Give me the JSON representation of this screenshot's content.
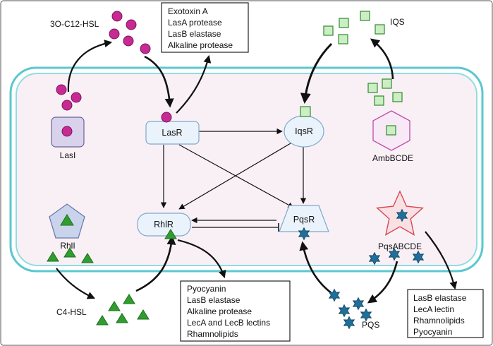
{
  "colors": {
    "frame": "#707070",
    "cell_fill": "#f9f0f6",
    "membrane_outer": "#5bc7cf",
    "membrane_inner": "#8fdde2",
    "hsl_molecule": "#c72a93",
    "iqs_fill": "#cdeec4",
    "iqs_stroke": "#2f8b2f",
    "c4_hsl": "#2f9e2f",
    "pqs": "#1f6f9a",
    "receptor_fill": "#eaf3fb",
    "receptor_stroke": "#7fa8cc",
    "lasi_fill": "#d8d2ec",
    "rhli_fill": "#c9d4ec",
    "ambbcde_fill": "#f7e9f5",
    "pqsabcde_fill": "#f8e0e4",
    "pqsabcde_stroke": "#d8474f"
  },
  "signals": {
    "oc12_hsl": "3O-C12-HSL",
    "iqs": "IQS",
    "c4_hsl": "C4-HSL",
    "pqs": "PQS"
  },
  "synthases": {
    "lasi": "LasI",
    "rhli": "RhlI",
    "ambbcde": "AmbBCDE",
    "pqsabcde": "PqsABCDE"
  },
  "receptors": {
    "lasr": "LasR",
    "iqsr": "IqsR",
    "rhlr": "RhlR",
    "pqsr": "PqsR"
  },
  "boxes": {
    "las_products": [
      "Exotoxin A",
      "LasA protease",
      "LasB elastase",
      "Alkaline protease"
    ],
    "rhl_products": [
      "Pyocyanin",
      "LasB elastase",
      "Alkaline protease",
      "LecA and LecB lectins",
      "Rhamnolipids"
    ],
    "pqs_products": [
      "LasB elastase",
      "LecA lectin",
      "Rhamnolipids",
      "Pyocyanin"
    ]
  }
}
